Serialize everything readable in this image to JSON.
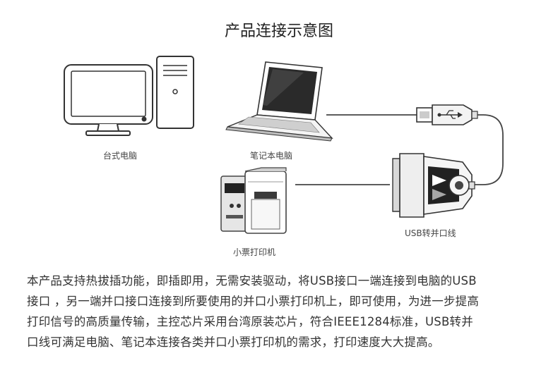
{
  "title": "产品连接示意图",
  "labels": {
    "desktop": "台式电脑",
    "laptop": "笔记本电脑",
    "printer": "小票打印机",
    "cable": "USB转并口线"
  },
  "description": [
    "本产品支持热拔插功能，即插即用，无需安装驱动，将USB接口一端连接到电脑的USB",
    "接口 ，另一端并口接口连接到所要使用的并口小票打印机上，即可使用，为进一步提高",
    "打印信号的高质量传输，主控芯片采用台湾原装芯片，符合IEEE1284标准，USB转并",
    "口线可满足电脑、笔记本连接各类并口小票打印机的需求，打印速度大大提高。"
  ]
}
